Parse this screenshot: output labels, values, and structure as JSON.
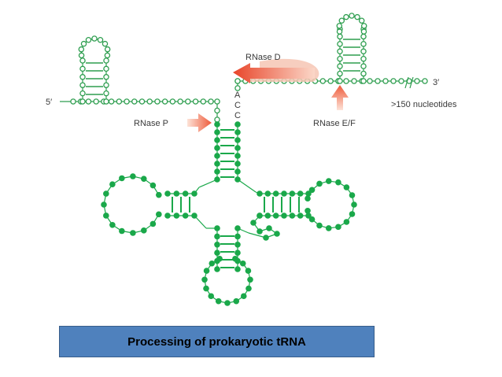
{
  "labels": {
    "five_prime": "5′",
    "three_prime": "3′",
    "rnase_d": "RNase D",
    "rnase_p": "RNase P",
    "rnase_ef": "RNase E/F",
    "nucleotides": ">150 nucleotides",
    "acc_a": "A",
    "acc_c1": "C",
    "acc_c2": "C"
  },
  "caption": "Processing of prokaryotic tRNA",
  "colors": {
    "precursor": "#2e9e4f",
    "mature": "#1aa84a",
    "arrow": "#e85a3a",
    "caption_bg": "#4f81bd"
  }
}
